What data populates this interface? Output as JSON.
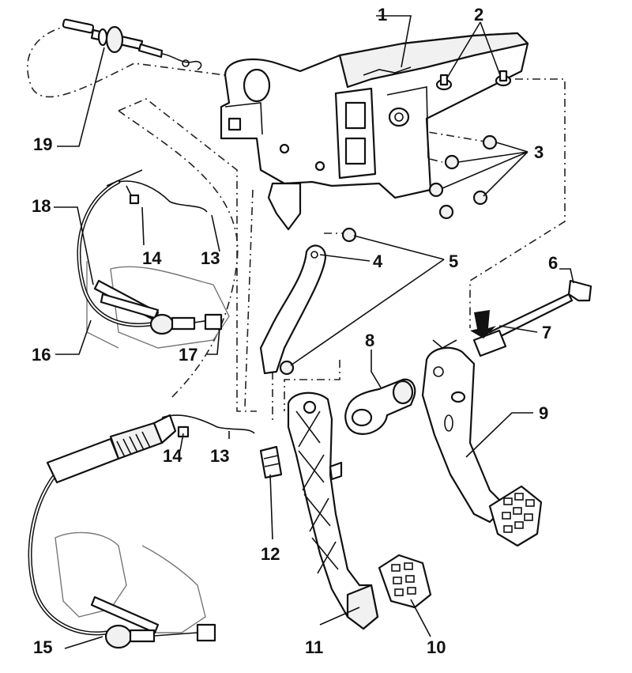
{
  "labels": {
    "l1": "1",
    "l2": "2",
    "l3": "3",
    "l4": "4",
    "l5": "5",
    "l6": "6",
    "l7": "7",
    "l8": "8",
    "l9": "9",
    "l10": "10",
    "l11": "11",
    "l12": "12",
    "l13a": "13",
    "l13b": "13",
    "l14a": "14",
    "l14b": "14",
    "l15": "15",
    "l16": "16",
    "l17": "17",
    "l18": "18",
    "l19": "19"
  },
  "colors": {
    "ink": "#111111",
    "paper": "#ffffff",
    "shade": "#f1f1f1"
  }
}
